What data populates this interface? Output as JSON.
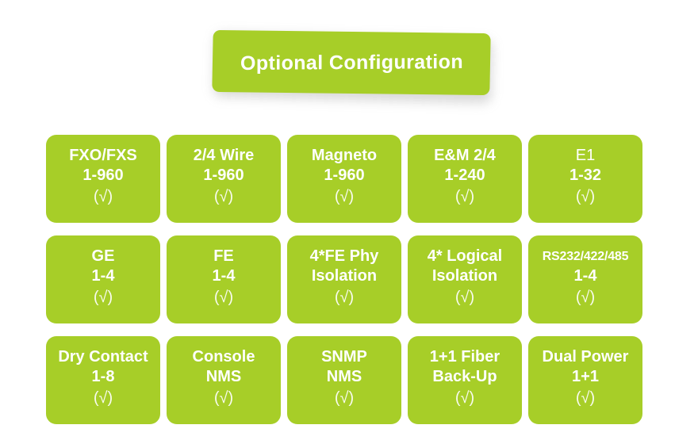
{
  "banner": {
    "title": "Optional Configuration",
    "color": "#a7ce28",
    "text_color": "#ffffff"
  },
  "theme": {
    "card_color": "#a7ce28",
    "background": "#ffffff",
    "text_color": "#ffffff"
  },
  "grid": {
    "columns": 5,
    "rows": [
      {
        "cards": [
          {
            "line1": "FXO/FXS",
            "line2": "1-960",
            "check": "(√)",
            "line1_style": "bold",
            "line2_style": "bold"
          },
          {
            "line1": "2/4 Wire",
            "line2": "1-960",
            "check": "(√)",
            "line1_style": "bold",
            "line2_style": "bold"
          },
          {
            "line1": "Magneto",
            "line2": "1-960",
            "check": "(√)",
            "line1_style": "bold",
            "line2_style": "bold"
          },
          {
            "line1": "E&M 2/4",
            "line2": "1-240",
            "check": "(√)",
            "line1_style": "bold",
            "line2_style": "bold"
          },
          {
            "line1": "E1",
            "line2": "1-32",
            "check": "(√)",
            "line1_style": "light",
            "line2_style": "bold"
          }
        ]
      },
      {
        "cards": [
          {
            "line1": "GE",
            "line2": "1-4",
            "check": "(√)",
            "line1_style": "bold",
            "line2_style": "bold"
          },
          {
            "line1": "FE",
            "line2": "1-4",
            "check": "(√)",
            "line1_style": "bold",
            "line2_style": "bold"
          },
          {
            "line1": "4*FE Phy",
            "line2": "Isolation",
            "check": "(√)",
            "line1_style": "bold",
            "line2_style": "bold"
          },
          {
            "line1": "4* Logical",
            "line2": "Isolation",
            "check": "(√)",
            "line1_style": "bold",
            "line2_style": "bold"
          },
          {
            "line1": "RS232/422/485",
            "line2": "1-4",
            "check": "(√)",
            "line1_style": "small",
            "line2_style": "bold"
          }
        ]
      },
      {
        "cards": [
          {
            "line1": "Dry Contact",
            "line2": "1-8",
            "check": "(√)",
            "line1_style": "bold",
            "line2_style": "bold"
          },
          {
            "line1": "Console",
            "line2": "NMS",
            "check": "(√)",
            "line1_style": "bold",
            "line2_style": "bold"
          },
          {
            "line1": "SNMP",
            "line2": "NMS",
            "check": "(√)",
            "line1_style": "bold",
            "line2_style": "bold"
          },
          {
            "line1": "1+1 Fiber",
            "line2": "Back-Up",
            "check": "(√)",
            "line1_style": "bold",
            "line2_style": "bold"
          },
          {
            "line1": "Dual Power",
            "line2": "1+1",
            "check": "(√)",
            "line1_style": "bold",
            "line2_style": "bold"
          }
        ]
      }
    ]
  }
}
